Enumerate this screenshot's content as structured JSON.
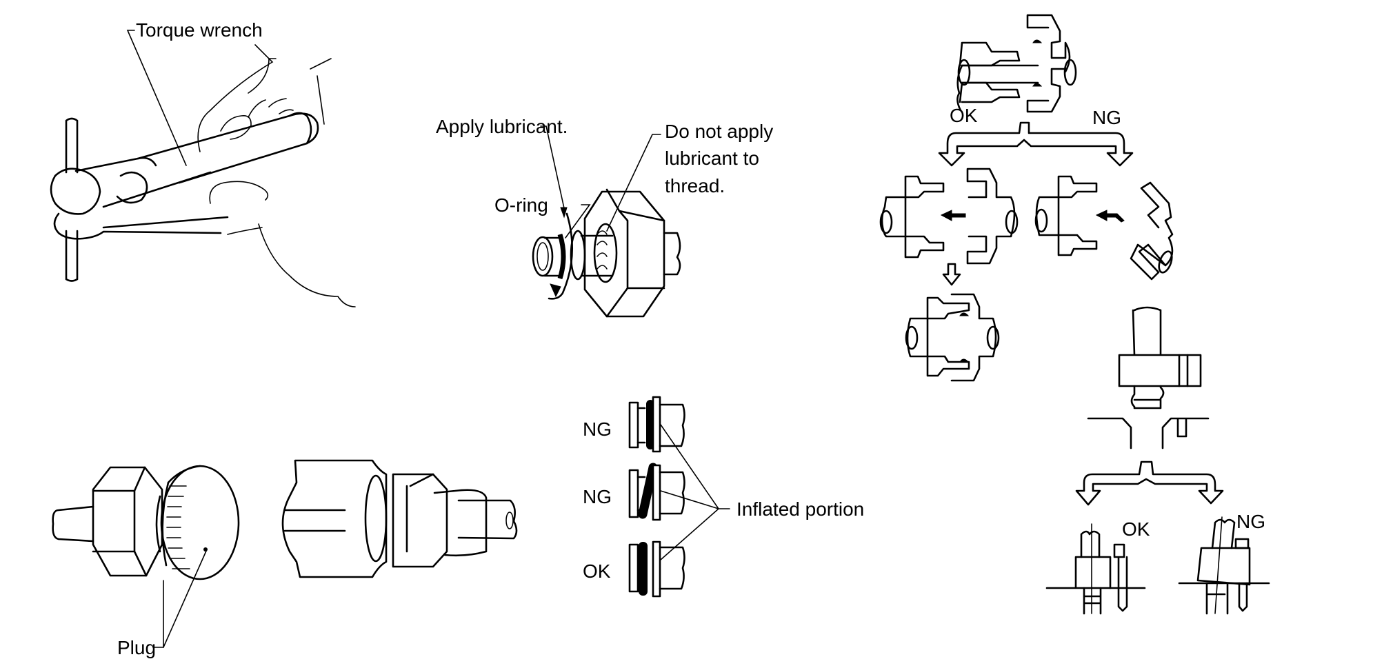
{
  "figure": {
    "panels": [
      {
        "id": "torque-wrench",
        "labels": {
          "torque_wrench": "Torque wrench"
        }
      },
      {
        "id": "o-ring-lubrication",
        "labels": {
          "apply_lubricant": "Apply lubricant.",
          "o_ring": "O-ring",
          "no_lubricant": [
            "Do not apply",
            "lubricant to",
            "thread."
          ]
        }
      },
      {
        "id": "connector-alignment",
        "labels": {
          "ok": "OK",
          "ng": "NG"
        }
      },
      {
        "id": "plug",
        "labels": {
          "plug": "Plug"
        }
      },
      {
        "id": "o-ring-inspection",
        "labels": {
          "rows": [
            "NG",
            "NG",
            "OK"
          ],
          "inflated_portion": "Inflated portion"
        }
      },
      {
        "id": "flange-installation",
        "labels": {
          "ok": "OK",
          "ng": "NG"
        }
      }
    ]
  }
}
